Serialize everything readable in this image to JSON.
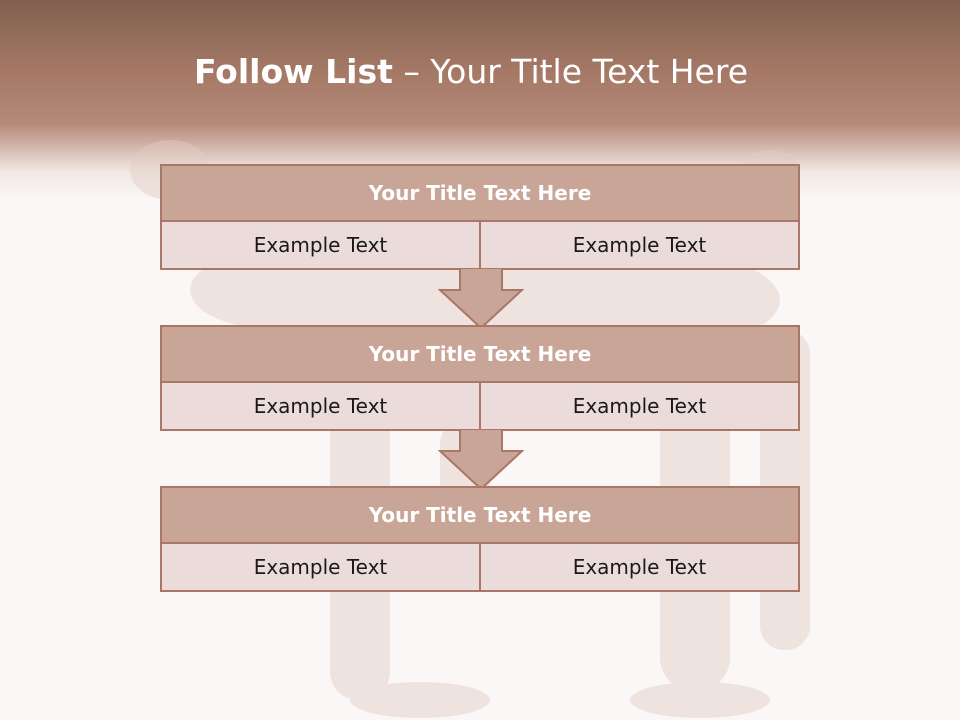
{
  "title": {
    "bold": "Follow List",
    "rest": "– Your Title Text Here"
  },
  "blocks": [
    {
      "title": "Your Title Text Here",
      "left": "Example Text",
      "right": "Example Text"
    },
    {
      "title": "Your Title Text Here",
      "left": "Example Text",
      "right": "Example Text"
    },
    {
      "title": "Your Title Text Here",
      "left": "Example Text",
      "right": "Example Text"
    }
  ],
  "colors": {
    "header": "#a47865",
    "title_fill": "#c9a597",
    "cell_fill": "#ebdcdb",
    "border": "#a87766",
    "arrow_fill": "#c9a597"
  },
  "icons": {
    "connector": "down-arrow-icon"
  }
}
